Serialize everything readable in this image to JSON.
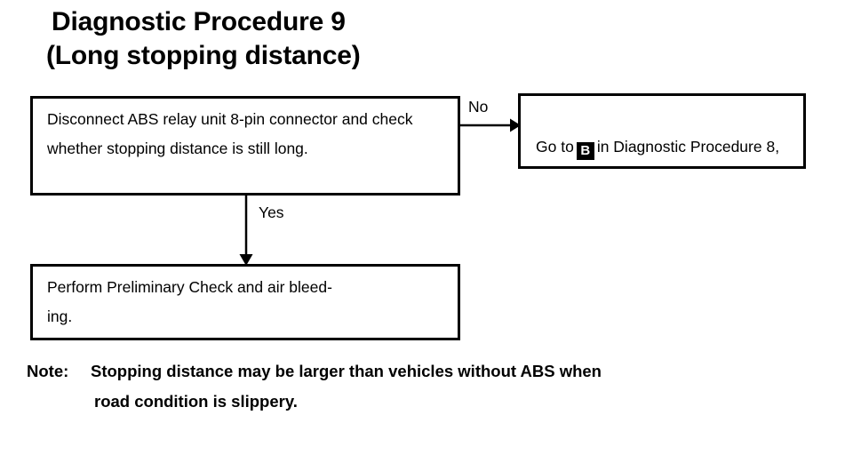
{
  "title": {
    "line1": "Diagnostic Procedure 9",
    "line2": "(Long stopping distance)"
  },
  "flowchart": {
    "type": "flowchart",
    "nodes": [
      {
        "id": "decision",
        "name": "decision-box",
        "text": "Disconnect ABS relay unit 8-pin connector and check whether stopping distance is still long."
      },
      {
        "id": "goto",
        "name": "goto-box",
        "text_before_badge": "Go to",
        "badge": "B",
        "text_after_badge": "in Diagnostic Procedure 8,"
      },
      {
        "id": "perform",
        "name": "perform-box",
        "text": "Perform Preliminary Check and air bleed-\ning."
      }
    ],
    "edges": [
      {
        "id": "edge-no",
        "label": "No",
        "from": "decision",
        "to": "goto",
        "direction": "right"
      },
      {
        "id": "edge-yes",
        "label": "Yes",
        "from": "decision",
        "to": "perform",
        "direction": "down"
      }
    ]
  },
  "note": {
    "label": "Note:",
    "line1": "Stopping distance may be larger than vehicles without ABS when",
    "line2": "road condition is slippery."
  },
  "colors": {
    "ink": "#000000",
    "paper": "#ffffff"
  }
}
